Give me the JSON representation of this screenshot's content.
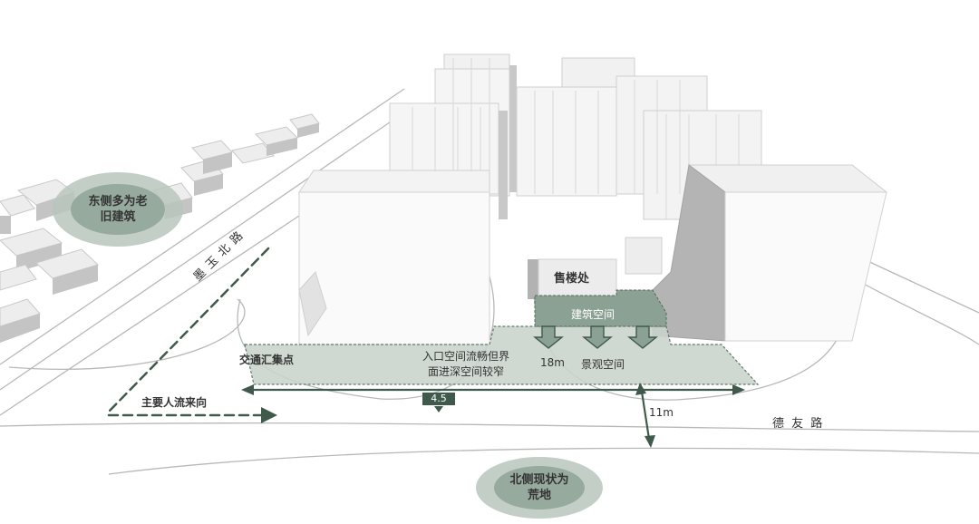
{
  "labels": {
    "east_note_line1": "东侧多为老",
    "east_note_line2": "旧建筑",
    "north_note_line1": "北侧现状为",
    "north_note_line2": "荒地",
    "road_moyu": "墨 玉 北 路",
    "road_deyou": "德 友 路",
    "sales_office": "售楼处",
    "building_space": "建筑空间",
    "traffic_point": "交通汇集点",
    "entrance_note_line1": "入口空间流畅但界",
    "entrance_note_line2": "面进深空间较窄",
    "landscape_space": "景观空间",
    "dim_18m": "18m",
    "dim_11m": "11m",
    "dim_45": "4.5",
    "main_flow": "主要人流来向"
  },
  "colors": {
    "zone_fill": "#c9d3cc",
    "zone_stroke": "#5f7a6a",
    "dark_green": "#3f5a4b",
    "bubble_outer": "#b9c6bd",
    "bubble_inner": "#8fa396",
    "building_top": "#f4f4f4",
    "building_side": "#d9d9d9",
    "building_shadow": "#a9a9a9",
    "road_line": "#b5b5b5"
  }
}
